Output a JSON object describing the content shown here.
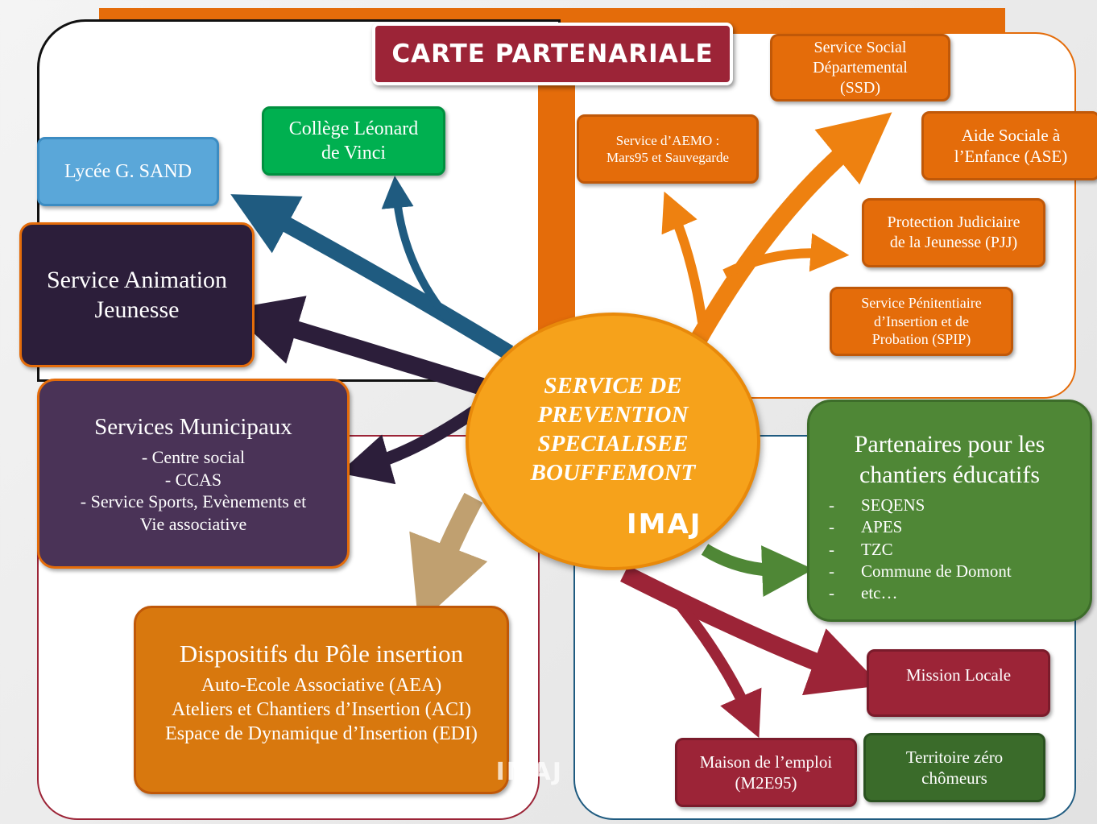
{
  "title": "CARTE PARTENARIALE",
  "center": {
    "lines": [
      "SERVICE DE",
      "PREVENTION",
      "SPECIALISEE",
      "BOUFFEMONT"
    ],
    "logo": "IMAJ"
  },
  "boxes": {
    "lycee": "Lycée G. SAND",
    "college": [
      "Collège Léonard",
      "de Vinci"
    ],
    "animation": [
      "Service Animation",
      "Jeunesse"
    ],
    "municipaux": {
      "title": "Services Municipaux",
      "items": [
        "- Centre social",
        "-   CCAS",
        "-   Service Sports, Evènements et",
        "Vie associative"
      ]
    },
    "insertion": {
      "title": "Dispositifs du Pôle insertion",
      "items": [
        "Auto-Ecole Associative (AEA)",
        "Ateliers et Chantiers d’Insertion (ACI)",
        "Espace de Dynamique d’Insertion (EDI)"
      ],
      "logo": "IMAJ"
    },
    "ssd": [
      "Service Social",
      "Départemental",
      "(SSD)"
    ],
    "aemo": [
      "Service d’AEMO :",
      "Mars95 et Sauvegarde"
    ],
    "ase": [
      "Aide Sociale à",
      "l’Enfance (ASE)"
    ],
    "pjj": [
      "Protection Judiciaire",
      "de la Jeunesse (PJJ)"
    ],
    "spip": [
      "Service Pénitentiaire",
      "d’Insertion et de",
      "Probation (SPIP)"
    ],
    "chantiers": {
      "title": [
        "Partenaires pour les",
        "chantiers éducatifs"
      ],
      "items": [
        "SEQENS",
        "APES",
        "TZC",
        "Commune  de Domont",
        "etc…"
      ],
      "dash": "-"
    },
    "mission": "Mission Locale",
    "maison": [
      "Maison de l’emploi",
      "(M2E95)"
    ],
    "territoire": [
      "Territoire zéro",
      "chômeurs"
    ]
  },
  "colors": {
    "orange": "#e46c0a",
    "title_red": "#9c2437",
    "blue": "#5aa7d9",
    "green": "#00b050",
    "navy": "#2c1e3a",
    "purple": "#4a3357",
    "dark_red": "#9c2437",
    "green_dark": "#4f8736",
    "dark_green": "#3a6b2a",
    "center": "#f6a21b",
    "arrow_blue": "#1f5b80",
    "arrow_brown": "#c0a070"
  }
}
